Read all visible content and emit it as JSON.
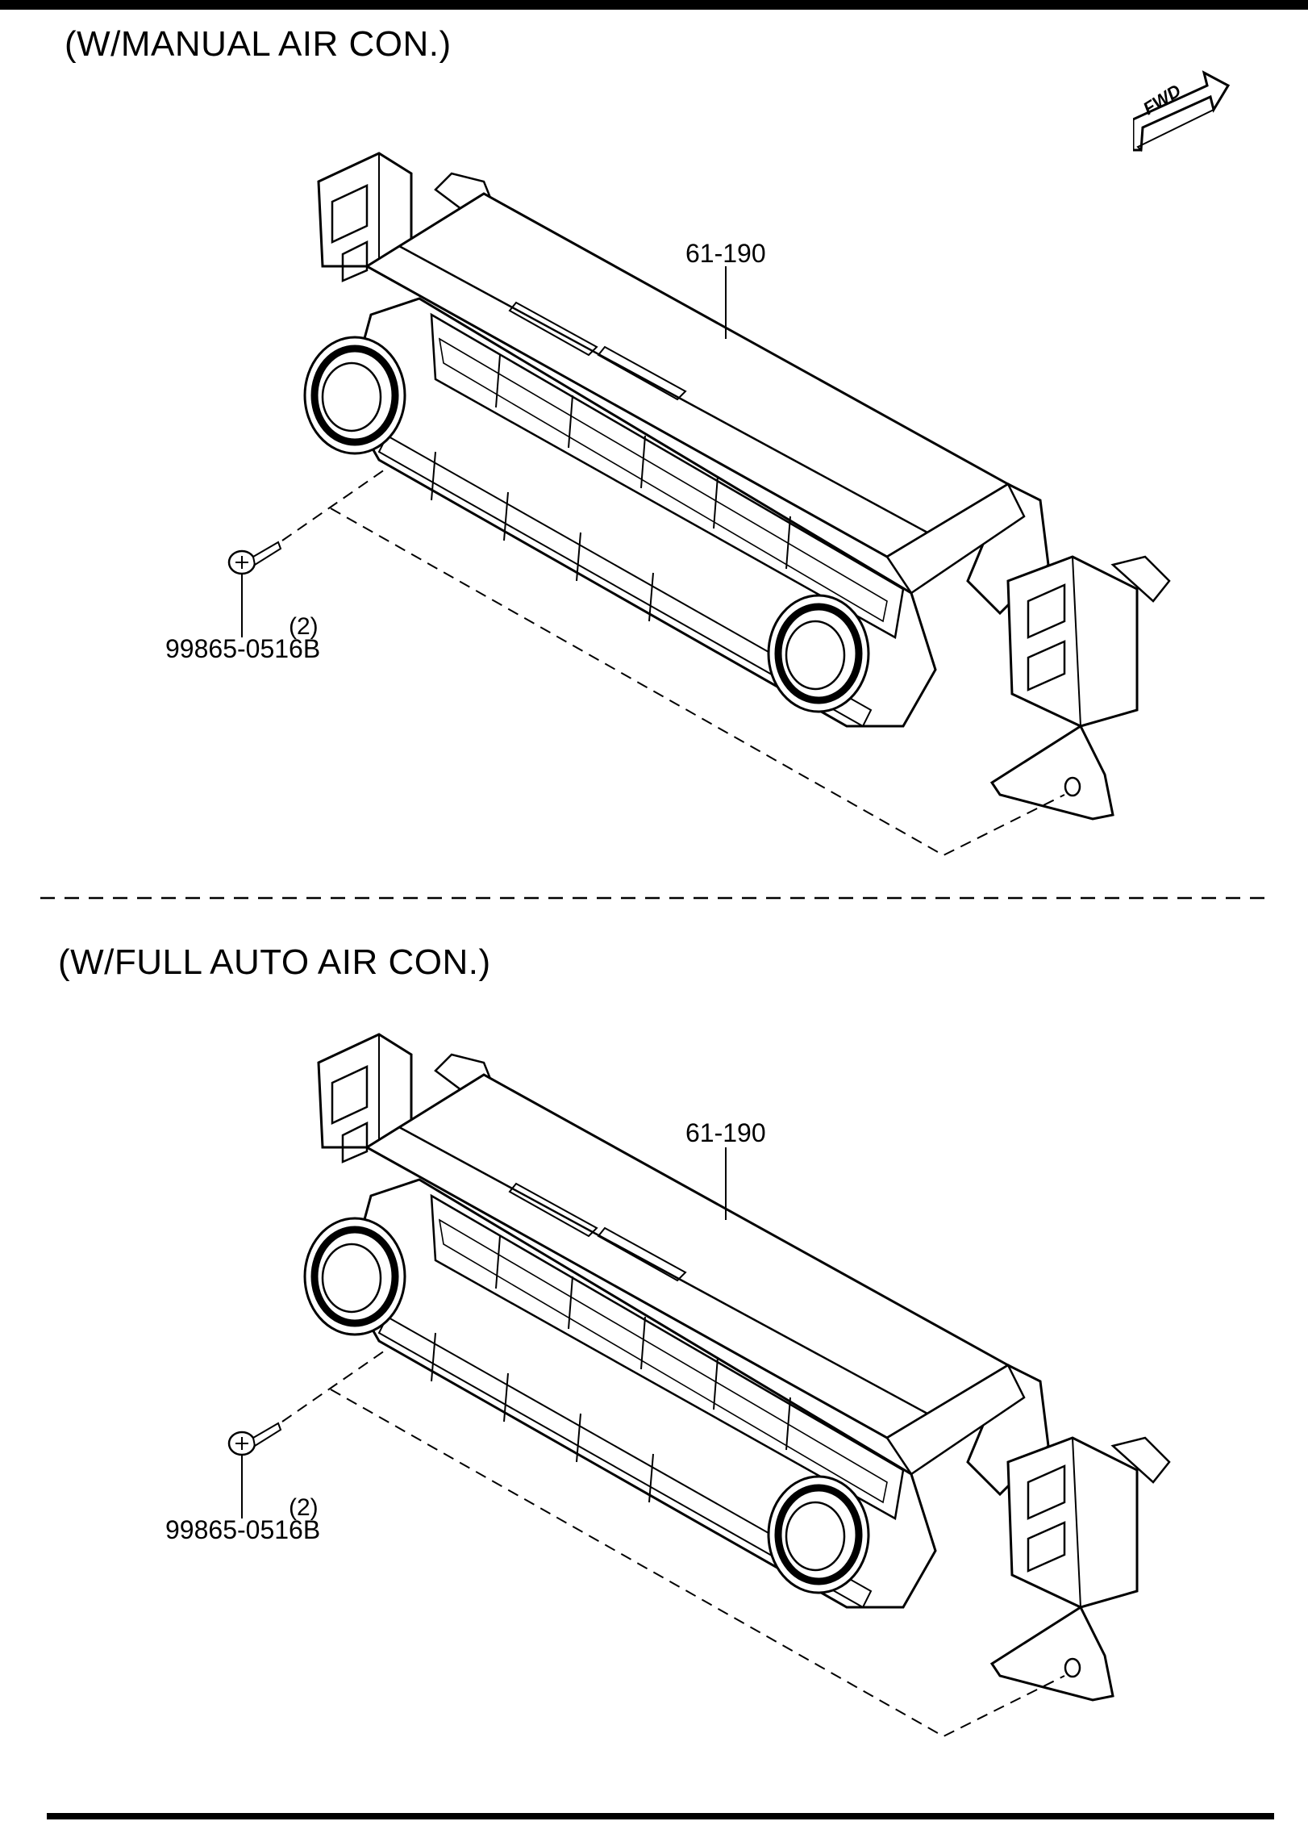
{
  "sections": [
    {
      "title": "(W/MANUAL AIR CON.)",
      "part_label": "61-190",
      "screw_qty": "(2)",
      "screw_label": "99865-0516B"
    },
    {
      "title": "(W/FULL AUTO AIR CON.)",
      "part_label": "61-190",
      "screw_qty": "(2)",
      "screw_label": "99865-0516B"
    }
  ],
  "fwd_indicator": {
    "label": "FWD",
    "icon": "forward-arrow-icon"
  }
}
